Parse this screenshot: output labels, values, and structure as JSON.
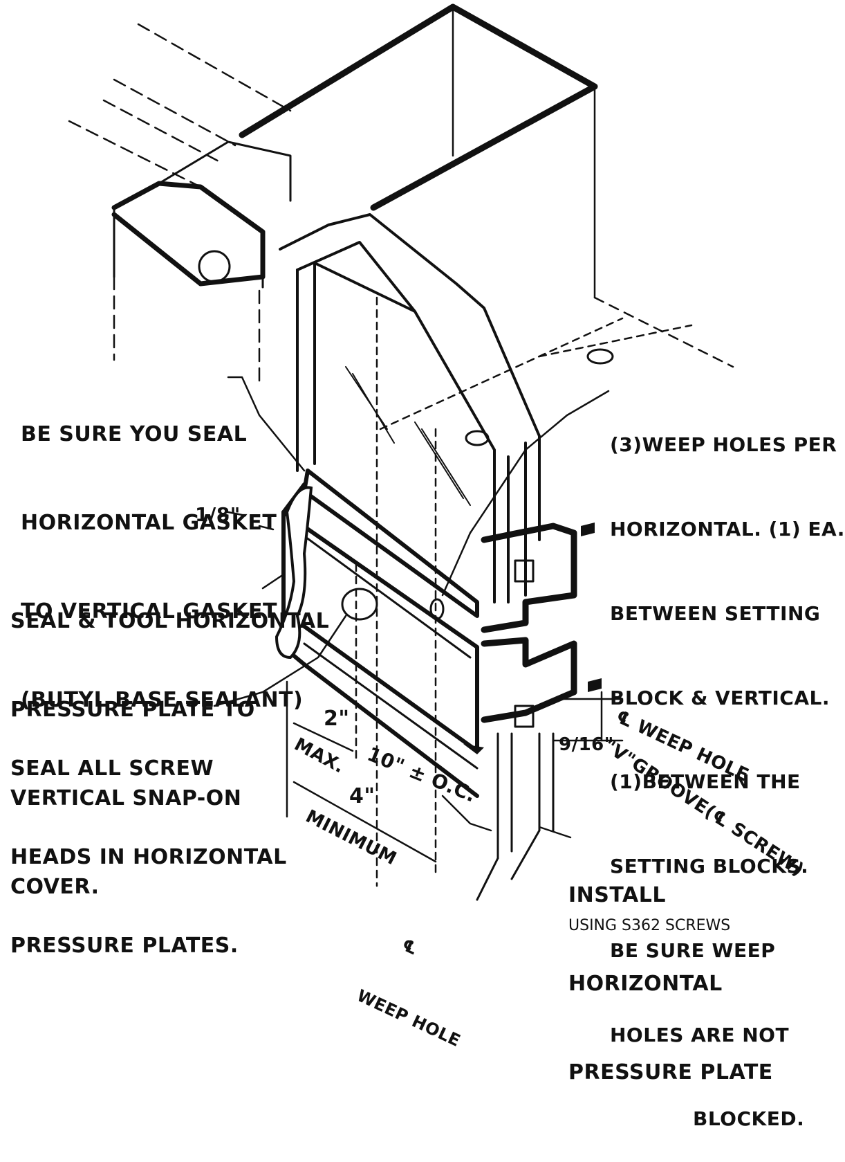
{
  "notes": {
    "seal_gasket": [
      "BE SURE YOU SEAL",
      "HORIZONTAL GASKET",
      "TO VERTICAL GASKET",
      "(BUTYL BASE SEALANT)"
    ],
    "eighth": "1/8\"",
    "seal_tool": [
      "SEAL & TOOL HORIZONTAL",
      "PRESSURE PLATE TO",
      "VERTICAL SNAP-ON",
      "COVER."
    ],
    "seal_screws": [
      "SEAL ALL SCREW",
      "HEADS IN HORIZONTAL",
      "PRESSURE PLATES."
    ],
    "weep_holes": [
      "(3)WEEP HOLES PER",
      "HORIZONTAL. (1) EA.",
      "BETWEEN SETTING",
      "BLOCK & VERTICAL.",
      "(1)BETWEEN THE",
      "SETTING BLOCKS.",
      "BE SURE WEEP",
      "HOLES ARE NOT",
      "BLOCKED."
    ],
    "weep_cl": "℄ WEEP HOLE",
    "v_groove": "\"V\"GROOVE(℄ SCREW)",
    "nine_sixteenths": "9/16\"",
    "install": [
      "INSTALL",
      "HORIZONTAL",
      "PRESSURE PLATE"
    ],
    "using_screws": "USING S362 SCREWS",
    "dim_2": "2\"",
    "dim_max": "MAX.",
    "dim_10": "10\" ± O.C.",
    "dim_4": "4\"",
    "dim_min": "MINIMUM",
    "weep_bottom": [
      "℄",
      "WEEP HOLE"
    ]
  }
}
